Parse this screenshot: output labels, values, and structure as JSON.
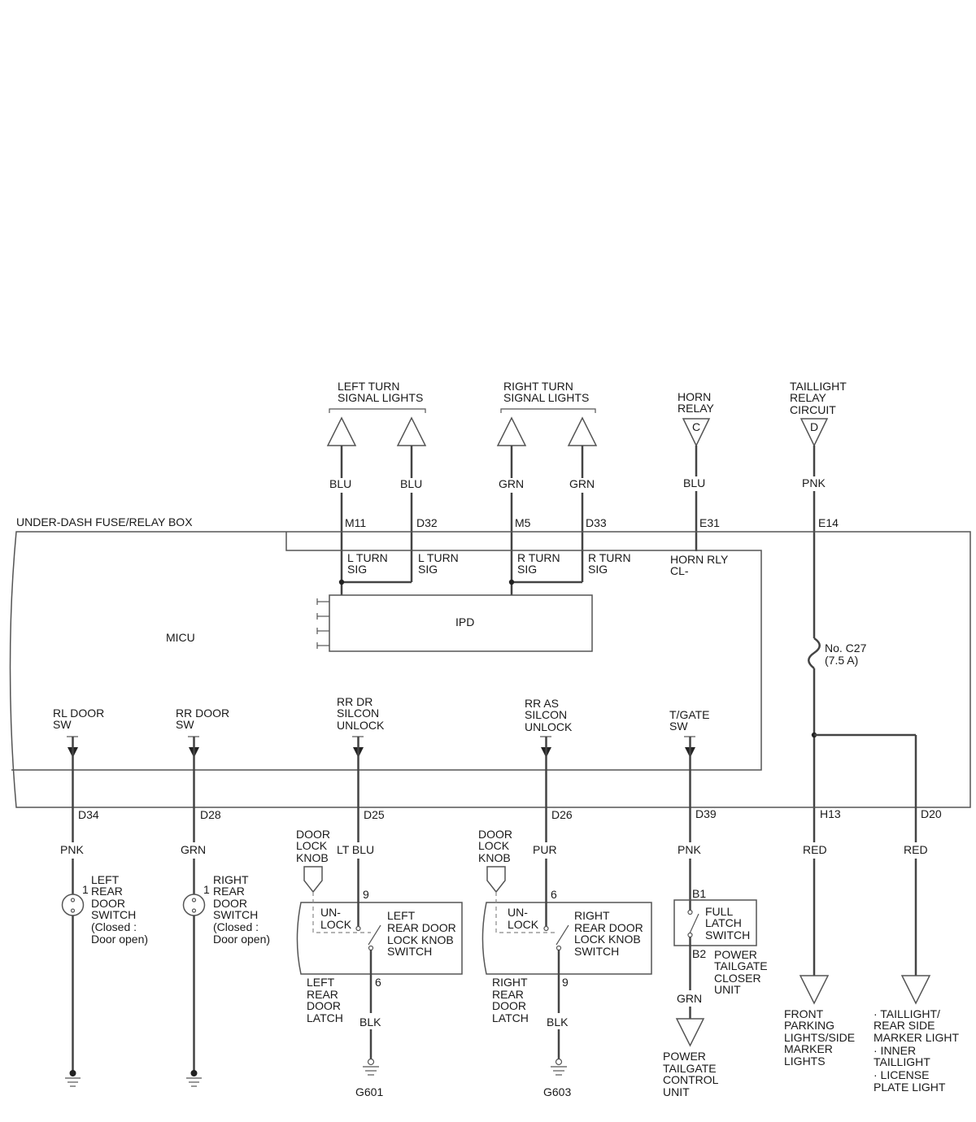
{
  "top_labels": {
    "left_turn": [
      "LEFT TURN",
      "SIGNAL LIGHTS"
    ],
    "right_turn": [
      "RIGHT TURN",
      "SIGNAL LIGHTS"
    ],
    "horn_relay": [
      "HORN",
      "RELAY"
    ],
    "horn_relay_letter": "C",
    "taillight": [
      "TAILLIGHT",
      "RELAY",
      "CIRCUIT"
    ],
    "taillight_letter": "D"
  },
  "top_wire_colors": [
    "BLU",
    "BLU",
    "GRN",
    "GRN",
    "BLU",
    "PNK"
  ],
  "top_terminals": [
    "M11",
    "D32",
    "M5",
    "D33",
    "E31",
    "E14"
  ],
  "box_label": "UNDER-DASH FUSE/RELAY BOX",
  "micu_label": "MICU",
  "ipd_label": "IPD",
  "inner_labels": {
    "l_turn_1": [
      "L TURN",
      "SIG"
    ],
    "l_turn_2": [
      "L TURN",
      "SIG"
    ],
    "r_turn_1": [
      "R TURN",
      "SIG"
    ],
    "r_turn_2": [
      "R TURN",
      "SIG"
    ],
    "horn_rly": [
      "HORN RLY",
      "CL-"
    ]
  },
  "fuse": [
    "No. C27",
    "(7.5 A)"
  ],
  "inputs": {
    "rl_door": [
      "RL DOOR",
      "SW"
    ],
    "rr_door": [
      "RR DOOR",
      "SW"
    ],
    "rr_dr": [
      "RR DR",
      "SILCON",
      "UNLOCK"
    ],
    "rr_as": [
      "RR AS",
      "SILCON",
      "UNLOCK"
    ],
    "tgate": [
      "T/GATE",
      "SW"
    ]
  },
  "bottom_terminals": [
    "D34",
    "D28",
    "D25",
    "D26",
    "D39",
    "H13",
    "D20"
  ],
  "bottom_wire_colors": [
    "PNK",
    "GRN",
    "LT BLU",
    "PUR",
    "PNK",
    "RED",
    "RED"
  ],
  "left_door_switch": {
    "pin": "1",
    "label": [
      "LEFT",
      "REAR",
      "DOOR",
      "SWITCH",
      "(Closed :",
      "Door open)"
    ]
  },
  "right_door_switch": {
    "pin": "1",
    "label": [
      "RIGHT",
      "REAR",
      "DOOR",
      "SWITCH",
      "(Closed :",
      "Door open)"
    ]
  },
  "left_latch": {
    "knob": [
      "DOOR",
      "LOCK",
      "KNOB"
    ],
    "unlock": [
      "UN-",
      "LOCK"
    ],
    "switch": [
      "LEFT",
      "REAR DOOR",
      "LOCK KNOB",
      "SWITCH"
    ],
    "pin_top": "9",
    "pin_bottom": "6",
    "latch": [
      "LEFT",
      "REAR",
      "DOOR",
      "LATCH"
    ],
    "ground_color": "BLK",
    "ground": "G601"
  },
  "right_latch": {
    "knob": [
      "DOOR",
      "LOCK",
      "KNOB"
    ],
    "unlock": [
      "UN-",
      "LOCK"
    ],
    "switch": [
      "RIGHT",
      "REAR DOOR",
      "LOCK KNOB",
      "SWITCH"
    ],
    "pin_top": "6",
    "pin_bottom": "9",
    "latch": [
      "RIGHT",
      "REAR",
      "DOOR",
      "LATCH"
    ],
    "ground_color": "BLK",
    "ground": "G603"
  },
  "tailgate": {
    "pin_top": "B1",
    "pin_bottom": "B2",
    "switch": [
      "FULL",
      "LATCH",
      "SWITCH"
    ],
    "unit": [
      "POWER",
      "TAILGATE",
      "CLOSER",
      "UNIT"
    ],
    "wire_color": "GRN",
    "control": [
      "POWER",
      "TAILGATE",
      "CONTROL",
      "UNIT"
    ]
  },
  "outputs": {
    "front_parking": [
      "FRONT",
      "PARKING",
      "LIGHTS/SIDE",
      "MARKER",
      "LIGHTS"
    ],
    "taillight": [
      "· TAILLIGHT/",
      "REAR SIDE",
      "MARKER LIGHT",
      "· INNER",
      "TAILLIGHT",
      "· LICENSE",
      "PLATE LIGHT"
    ]
  }
}
